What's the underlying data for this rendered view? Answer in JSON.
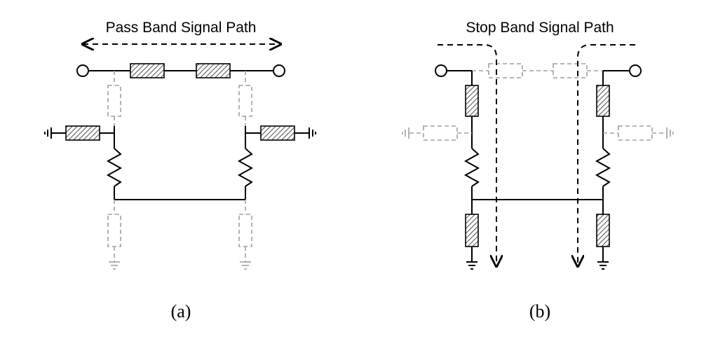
{
  "panel_a": {
    "title": "Pass Band Signal Path",
    "caption": "(a)"
  },
  "panel_b": {
    "title": "Stop Band Signal Path",
    "caption": "(b)"
  }
}
